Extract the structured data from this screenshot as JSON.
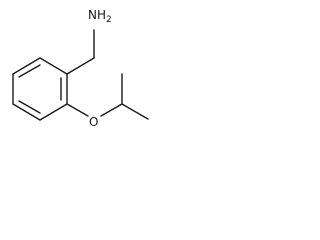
{
  "structure": {
    "amine_group": {
      "element": "N",
      "hydrogens": "H",
      "count": "2"
    },
    "ether_oxygen": {
      "element": "O"
    }
  }
}
